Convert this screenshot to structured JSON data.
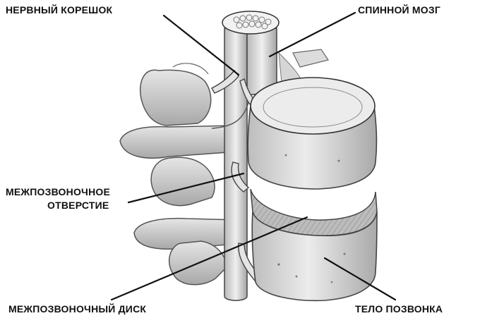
{
  "labels": {
    "nerve_root": "НЕРВНЫЙ КОРЕШОК",
    "spinal_cord": "СПИННОЙ МОЗГ",
    "foramen_line1": "МЕЖПОЗВОНОЧНОЕ",
    "foramen_line2": "ОТВЕРСТИЕ",
    "disc": "МЕЖПОЗВОНОЧНЫЙ ДИСК",
    "vertebral_body": "ТЕЛО ПОЗВОНКА"
  },
  "colors": {
    "background": "#ffffff",
    "ink": "#111111",
    "bone_light": "#e9e9e9",
    "bone_mid": "#cfcfcf",
    "bone_dark": "#9a9a9a",
    "disc": "#b5b5b5"
  }
}
